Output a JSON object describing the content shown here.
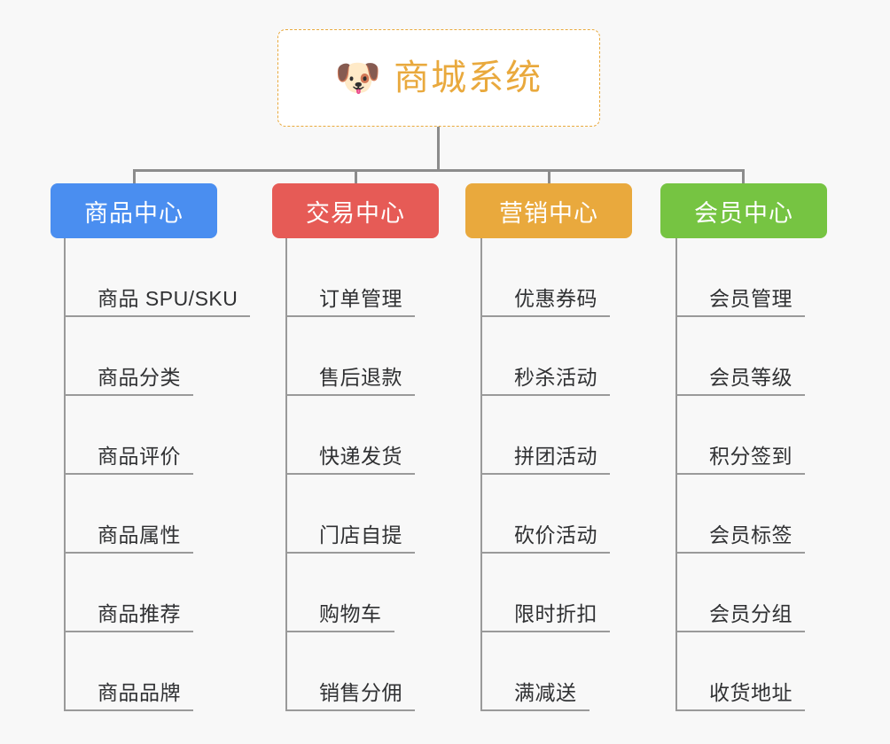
{
  "page": {
    "background_color": "#f8f8f8",
    "line_color": "#8c8c8c"
  },
  "root": {
    "icon": "shiba-dog-emoji",
    "emoji": "🐶",
    "title": "商城系统",
    "title_color": "#e9a93d",
    "border_color": "#e9a93d"
  },
  "branches": [
    {
      "label": "商品中心",
      "color": "#4a8ef0",
      "items": [
        "商品 SPU/SKU",
        "商品分类",
        "商品评价",
        "商品属性",
        "商品推荐",
        "商品品牌"
      ]
    },
    {
      "label": "交易中心",
      "color": "#e65b56",
      "items": [
        "订单管理",
        "售后退款",
        "快递发货",
        "门店自提",
        "购物车",
        "销售分佣"
      ]
    },
    {
      "label": "营销中心",
      "color": "#e9a93d",
      "items": [
        "优惠券码",
        "秒杀活动",
        "拼团活动",
        "砍价活动",
        "限时折扣",
        "满减送"
      ]
    },
    {
      "label": "会员中心",
      "color": "#76c442",
      "items": [
        "会员管理",
        "会员等级",
        "积分签到",
        "会员标签",
        "会员分组",
        "收货地址"
      ]
    }
  ]
}
